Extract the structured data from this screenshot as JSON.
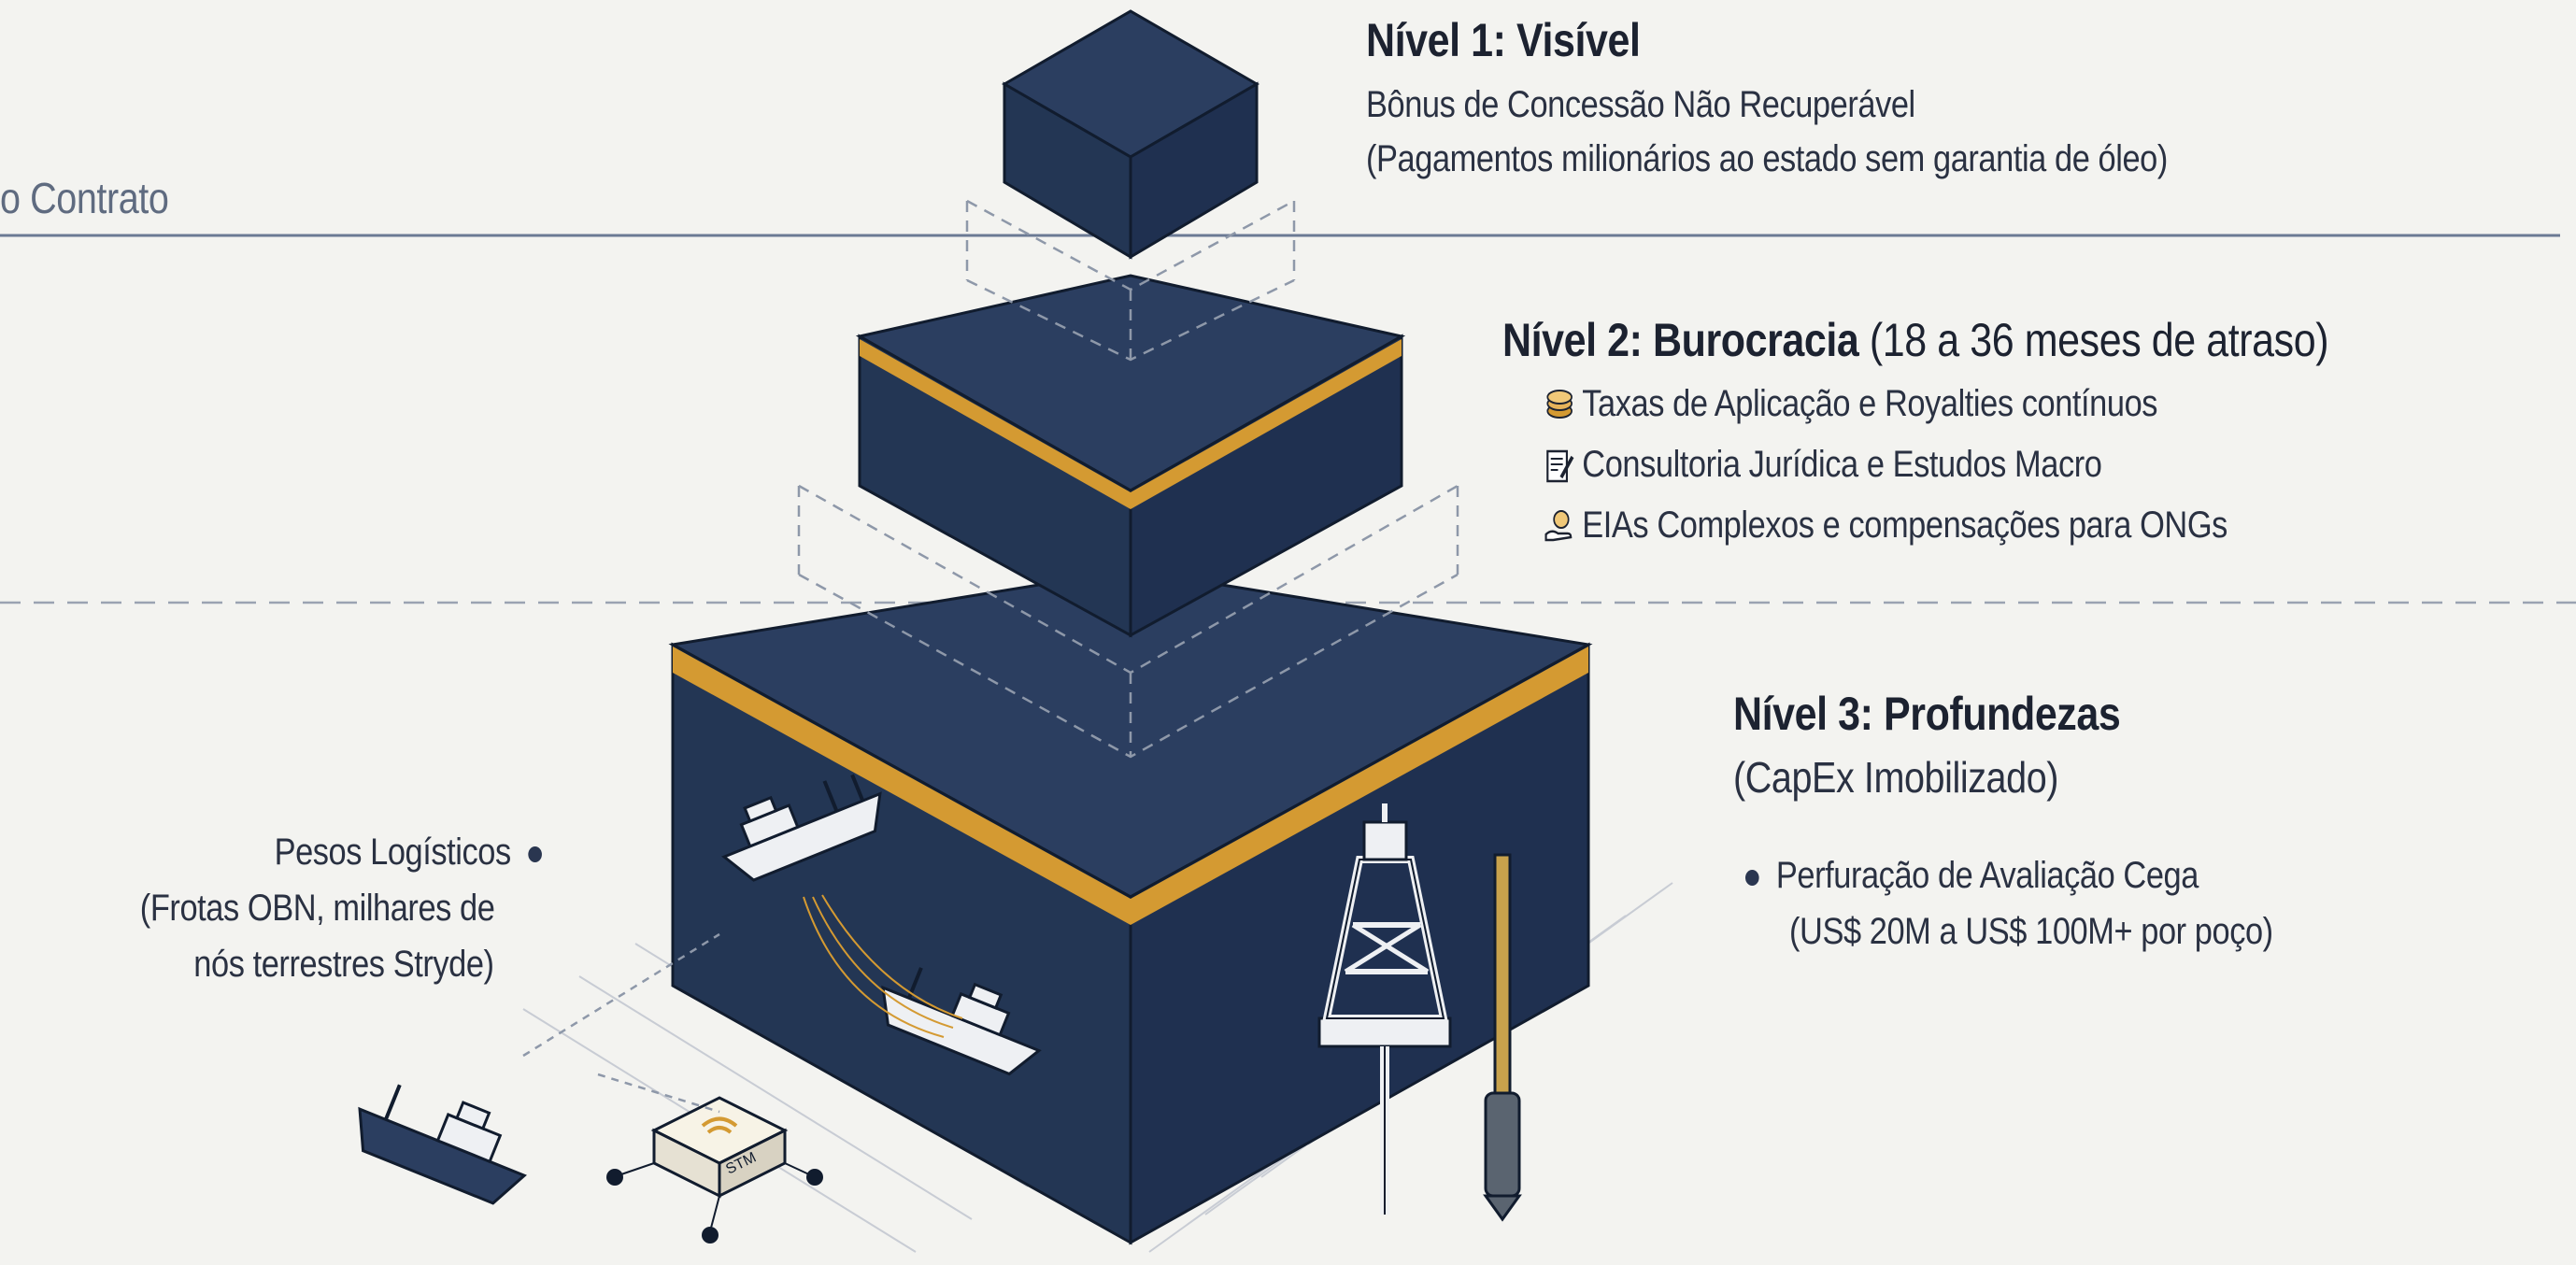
{
  "header": {
    "contract_label": "o Contrato"
  },
  "levels": [
    {
      "title": "Nível 1: Visível",
      "lines": [
        "Bônus de Concessão Não Recuperável",
        "(Pagamentos milionários ao estado sem garantia de óleo)"
      ]
    },
    {
      "title": "Nível 2: Burocracia",
      "title_suffix": " (18 a 36 meses de atraso)",
      "items": [
        {
          "icon": "coins-icon",
          "label": "Taxas de Aplicação e Royalties contínuos"
        },
        {
          "icon": "document-pen-icon",
          "label": "Consultoria Jurídica e Estudos Macro"
        },
        {
          "icon": "hand-globe-icon",
          "label": "EIAs Complexos e compensações para ONGs"
        }
      ]
    },
    {
      "title": "Nível 3: Profundezas",
      "subtitle": "(CapEx Imobilizado)",
      "items": [
        {
          "label": "Perfuração de Avaliação Cega",
          "detail": "(US$ 20M a US$ 100M+ por poço)"
        }
      ]
    }
  ],
  "logistics": {
    "title": "Pesos Logísticos",
    "lines": [
      "(Frotas OBN, milhares de",
      "nós terrestres Stryde)"
    ]
  },
  "node_label": "STM",
  "colors": {
    "navy": "#233654",
    "navy_dark": "#1a2a44",
    "gold": "#d49a32",
    "line": "#5b6b86",
    "bg": "#f3f3f0"
  }
}
